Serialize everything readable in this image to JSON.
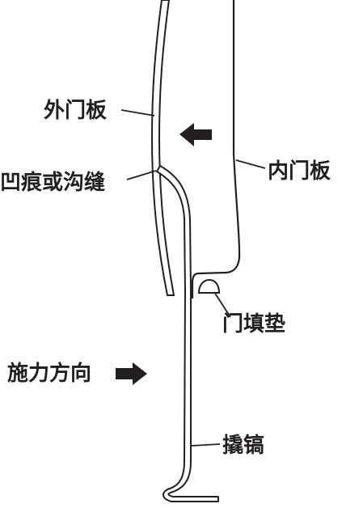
{
  "colors": {
    "ink": "#231f20",
    "background": "#ffffff"
  },
  "labels": {
    "outer_panel": "外门板",
    "inner_panel": "内门板",
    "dent_or_crease": "凹痕或沟缝",
    "door_pad": "门填垫",
    "force_direction": "施力方向",
    "pry_bar": "撬镐"
  },
  "icons": {
    "inward_arrow": "arrow-left-icon",
    "force_arrow": "arrow-right-icon"
  }
}
